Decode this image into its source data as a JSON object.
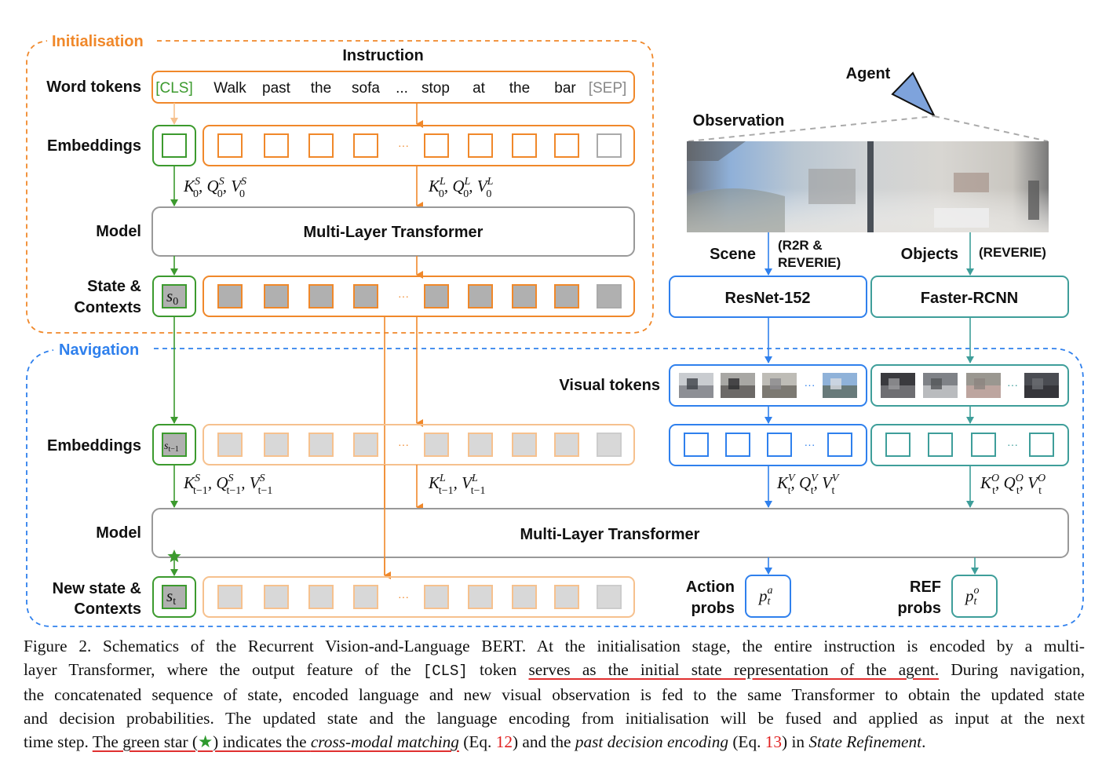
{
  "sections": {
    "initialisation": "Initialisation",
    "navigation": "Navigation"
  },
  "colors": {
    "orange": "#f0882a",
    "orange_light": "#f6c18e",
    "green": "#3c9a2e",
    "blue": "#2f80ed",
    "teal": "#3e9e9a",
    "gray": "#999999",
    "token_fill": "#b0b0b0",
    "token_fill_light": "#d8d8d8",
    "agent_fill": "#7ea3dc"
  },
  "init": {
    "instruction_title": "Instruction",
    "row_labels": {
      "word_tokens": "Word tokens",
      "embeddings": "Embeddings",
      "model": "Model",
      "state_line1": "State &",
      "state_line2": "Contexts"
    },
    "tokens": [
      "[CLS]",
      "Walk",
      "past",
      "the",
      "sofa",
      "...",
      "stop",
      "at",
      "the",
      "bar",
      "[SEP]"
    ],
    "ellipsis": "···",
    "kqv_state": {
      "base": [
        "K",
        "Q",
        "V"
      ],
      "sub": "0",
      "sup": "S"
    },
    "kqv_lang": {
      "base": [
        "K",
        "Q",
        "V"
      ],
      "sub": "0",
      "sup": "L"
    },
    "transformer_label": "Multi-Layer Transformer",
    "state_symbol": "s",
    "state_sub": "0"
  },
  "observation": {
    "agent_label": "Agent",
    "observation_label": "Observation",
    "scene_label": "Scene",
    "scene_note_line1": "(R2R &",
    "scene_note_line2": "REVERIE)",
    "objects_label": "Objects",
    "objects_note": "(REVERIE)",
    "resnet_label": "ResNet-152",
    "faster_rcnn_label": "Faster-RCNN"
  },
  "nav": {
    "row_labels": {
      "visual_tokens": "Visual tokens",
      "embeddings": "Embeddings",
      "model": "Model",
      "new_state_line1": "New state &",
      "new_state_line2": "Contexts"
    },
    "prev_state_symbol": "s",
    "prev_state_sub": "t−1",
    "kqv_state": {
      "base": [
        "K",
        "Q",
        "V"
      ],
      "sub": "t−1",
      "sup": "S"
    },
    "kv_lang": {
      "base": [
        "K",
        "V"
      ],
      "sub": "t−1",
      "sup": "L"
    },
    "kqv_visual": {
      "base": [
        "K",
        "Q",
        "V"
      ],
      "sub": "t",
      "sup": "V"
    },
    "kqv_object": {
      "base": [
        "K",
        "Q",
        "V"
      ],
      "sub": "t",
      "sup": "O"
    },
    "transformer_label": "Multi-Layer Transformer",
    "new_state_symbol": "s",
    "new_state_sub": "t",
    "action_line1": "Action",
    "action_line2": "probs",
    "action_symbol": "p",
    "action_sup": "a",
    "action_sub": "t",
    "ref_line1": "REF",
    "ref_line2": "probs",
    "ref_symbol": "p",
    "ref_sup": "o",
    "ref_sub": "t"
  },
  "caption": {
    "l1": "Figure 2. Schematics of the Recurrent Vision-and-Language BERT. At the initialisation stage, the entire instruction is encoded by a multi-",
    "l2a": "layer Transformer, where the output feature of the",
    "l2_code": "[CLS]",
    "l2b": "token",
    "l2_ul": "serves as the initial state representation of the agent.",
    "l2c": "During navigation,",
    "l3": "the concatenated sequence of state, encoded language and new visual observation is fed to the same Transformer to obtain the updated state",
    "l4": "and decision probabilities.  The updated state and the language encoding from initialisation will be fused and applied as input at the next",
    "l5a": "time step.",
    "l5_ul1": "The green star (",
    "l5_star": "★",
    "l5_ul2": ") indicates the",
    "l5_ul_it": "cross-modal matching",
    "l5b": "(Eq.",
    "l5_ref1": "12",
    "l5c": ") and the",
    "l5_it2": "past decision encoding",
    "l5d": "(Eq.",
    "l5_ref2": "13",
    "l5e": ") in",
    "l5_it3": "State Refinement",
    "l5f": "."
  }
}
